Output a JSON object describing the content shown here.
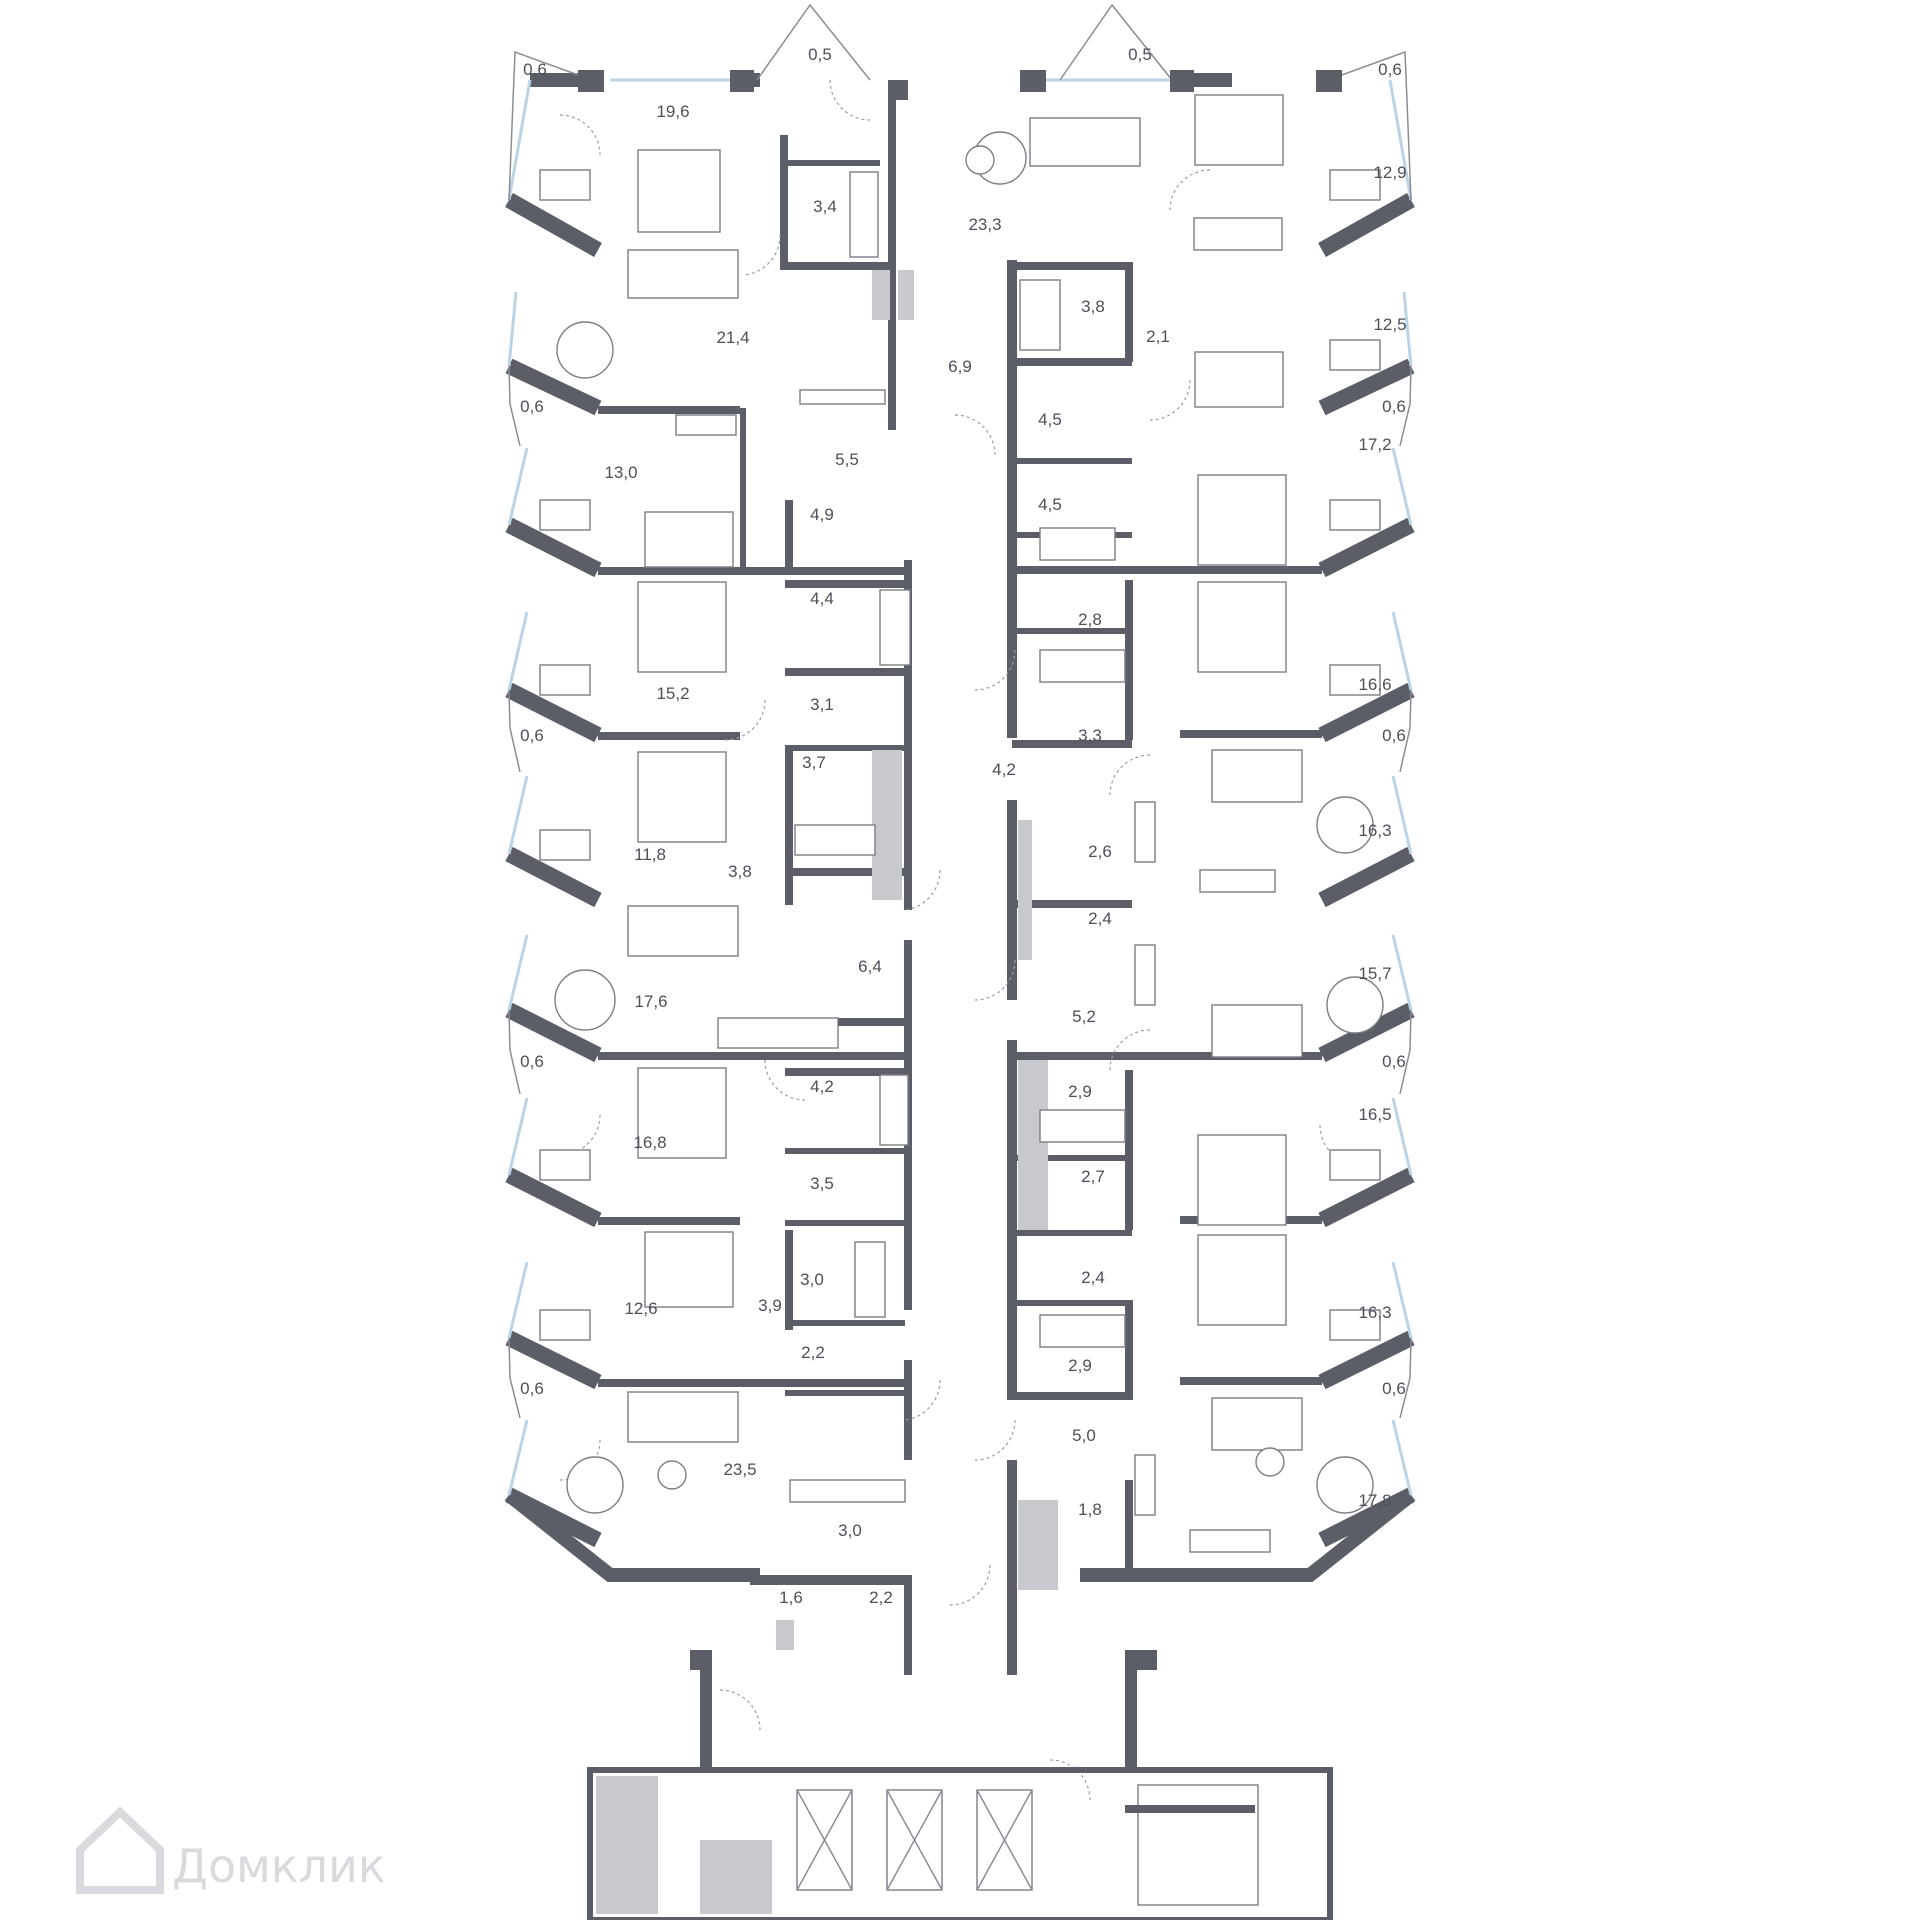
{
  "brand": {
    "name": "Домклик"
  },
  "colors": {
    "wall": "#5b5e66",
    "glass": "#bcd3e6",
    "shaft": "#c7c9cc",
    "label": "#4d5058"
  },
  "icons": {
    "brand_logo": "house-icon",
    "elevator": "elevator-cross-icon",
    "stairs": "stairs-icon"
  },
  "rooms": [
    {
      "label": "0,6"
    },
    {
      "label": "0,5"
    },
    {
      "label": "0,5"
    },
    {
      "label": "0,6"
    },
    {
      "label": "19,6"
    },
    {
      "label": "3,4"
    },
    {
      "label": "23,3"
    },
    {
      "label": "12,9"
    },
    {
      "label": "3,8"
    },
    {
      "label": "2,1"
    },
    {
      "label": "12,5"
    },
    {
      "label": "21,4"
    },
    {
      "label": "6,9"
    },
    {
      "label": "0,6"
    },
    {
      "label": "4,5"
    },
    {
      "label": "0,6"
    },
    {
      "label": "13,0"
    },
    {
      "label": "5,5"
    },
    {
      "label": "17,2"
    },
    {
      "label": "4,5"
    },
    {
      "label": "4,9"
    },
    {
      "label": "4,4"
    },
    {
      "label": "2,8"
    },
    {
      "label": "15,2"
    },
    {
      "label": "16,6"
    },
    {
      "label": "3,1"
    },
    {
      "label": "3,3"
    },
    {
      "label": "0,6"
    },
    {
      "label": "0,6"
    },
    {
      "label": "4,2"
    },
    {
      "label": "3,7"
    },
    {
      "label": "16,3"
    },
    {
      "label": "11,8"
    },
    {
      "label": "2,6"
    },
    {
      "label": "3,8"
    },
    {
      "label": "2,4"
    },
    {
      "label": "6,4"
    },
    {
      "label": "15,7"
    },
    {
      "label": "17,6"
    },
    {
      "label": "5,2"
    },
    {
      "label": "0,6"
    },
    {
      "label": "0,6"
    },
    {
      "label": "4,2"
    },
    {
      "label": "2,9"
    },
    {
      "label": "16,5"
    },
    {
      "label": "16,8"
    },
    {
      "label": "3,5"
    },
    {
      "label": "2,7"
    },
    {
      "label": "3,0"
    },
    {
      "label": "2,4"
    },
    {
      "label": "12,6"
    },
    {
      "label": "3,9"
    },
    {
      "label": "16,3"
    },
    {
      "label": "2,2"
    },
    {
      "label": "2,9"
    },
    {
      "label": "0,6"
    },
    {
      "label": "0,6"
    },
    {
      "label": "5,0"
    },
    {
      "label": "23,5"
    },
    {
      "label": "17,8"
    },
    {
      "label": "1,8"
    },
    {
      "label": "3,0"
    },
    {
      "label": "1,6"
    },
    {
      "label": "2,2"
    }
  ]
}
